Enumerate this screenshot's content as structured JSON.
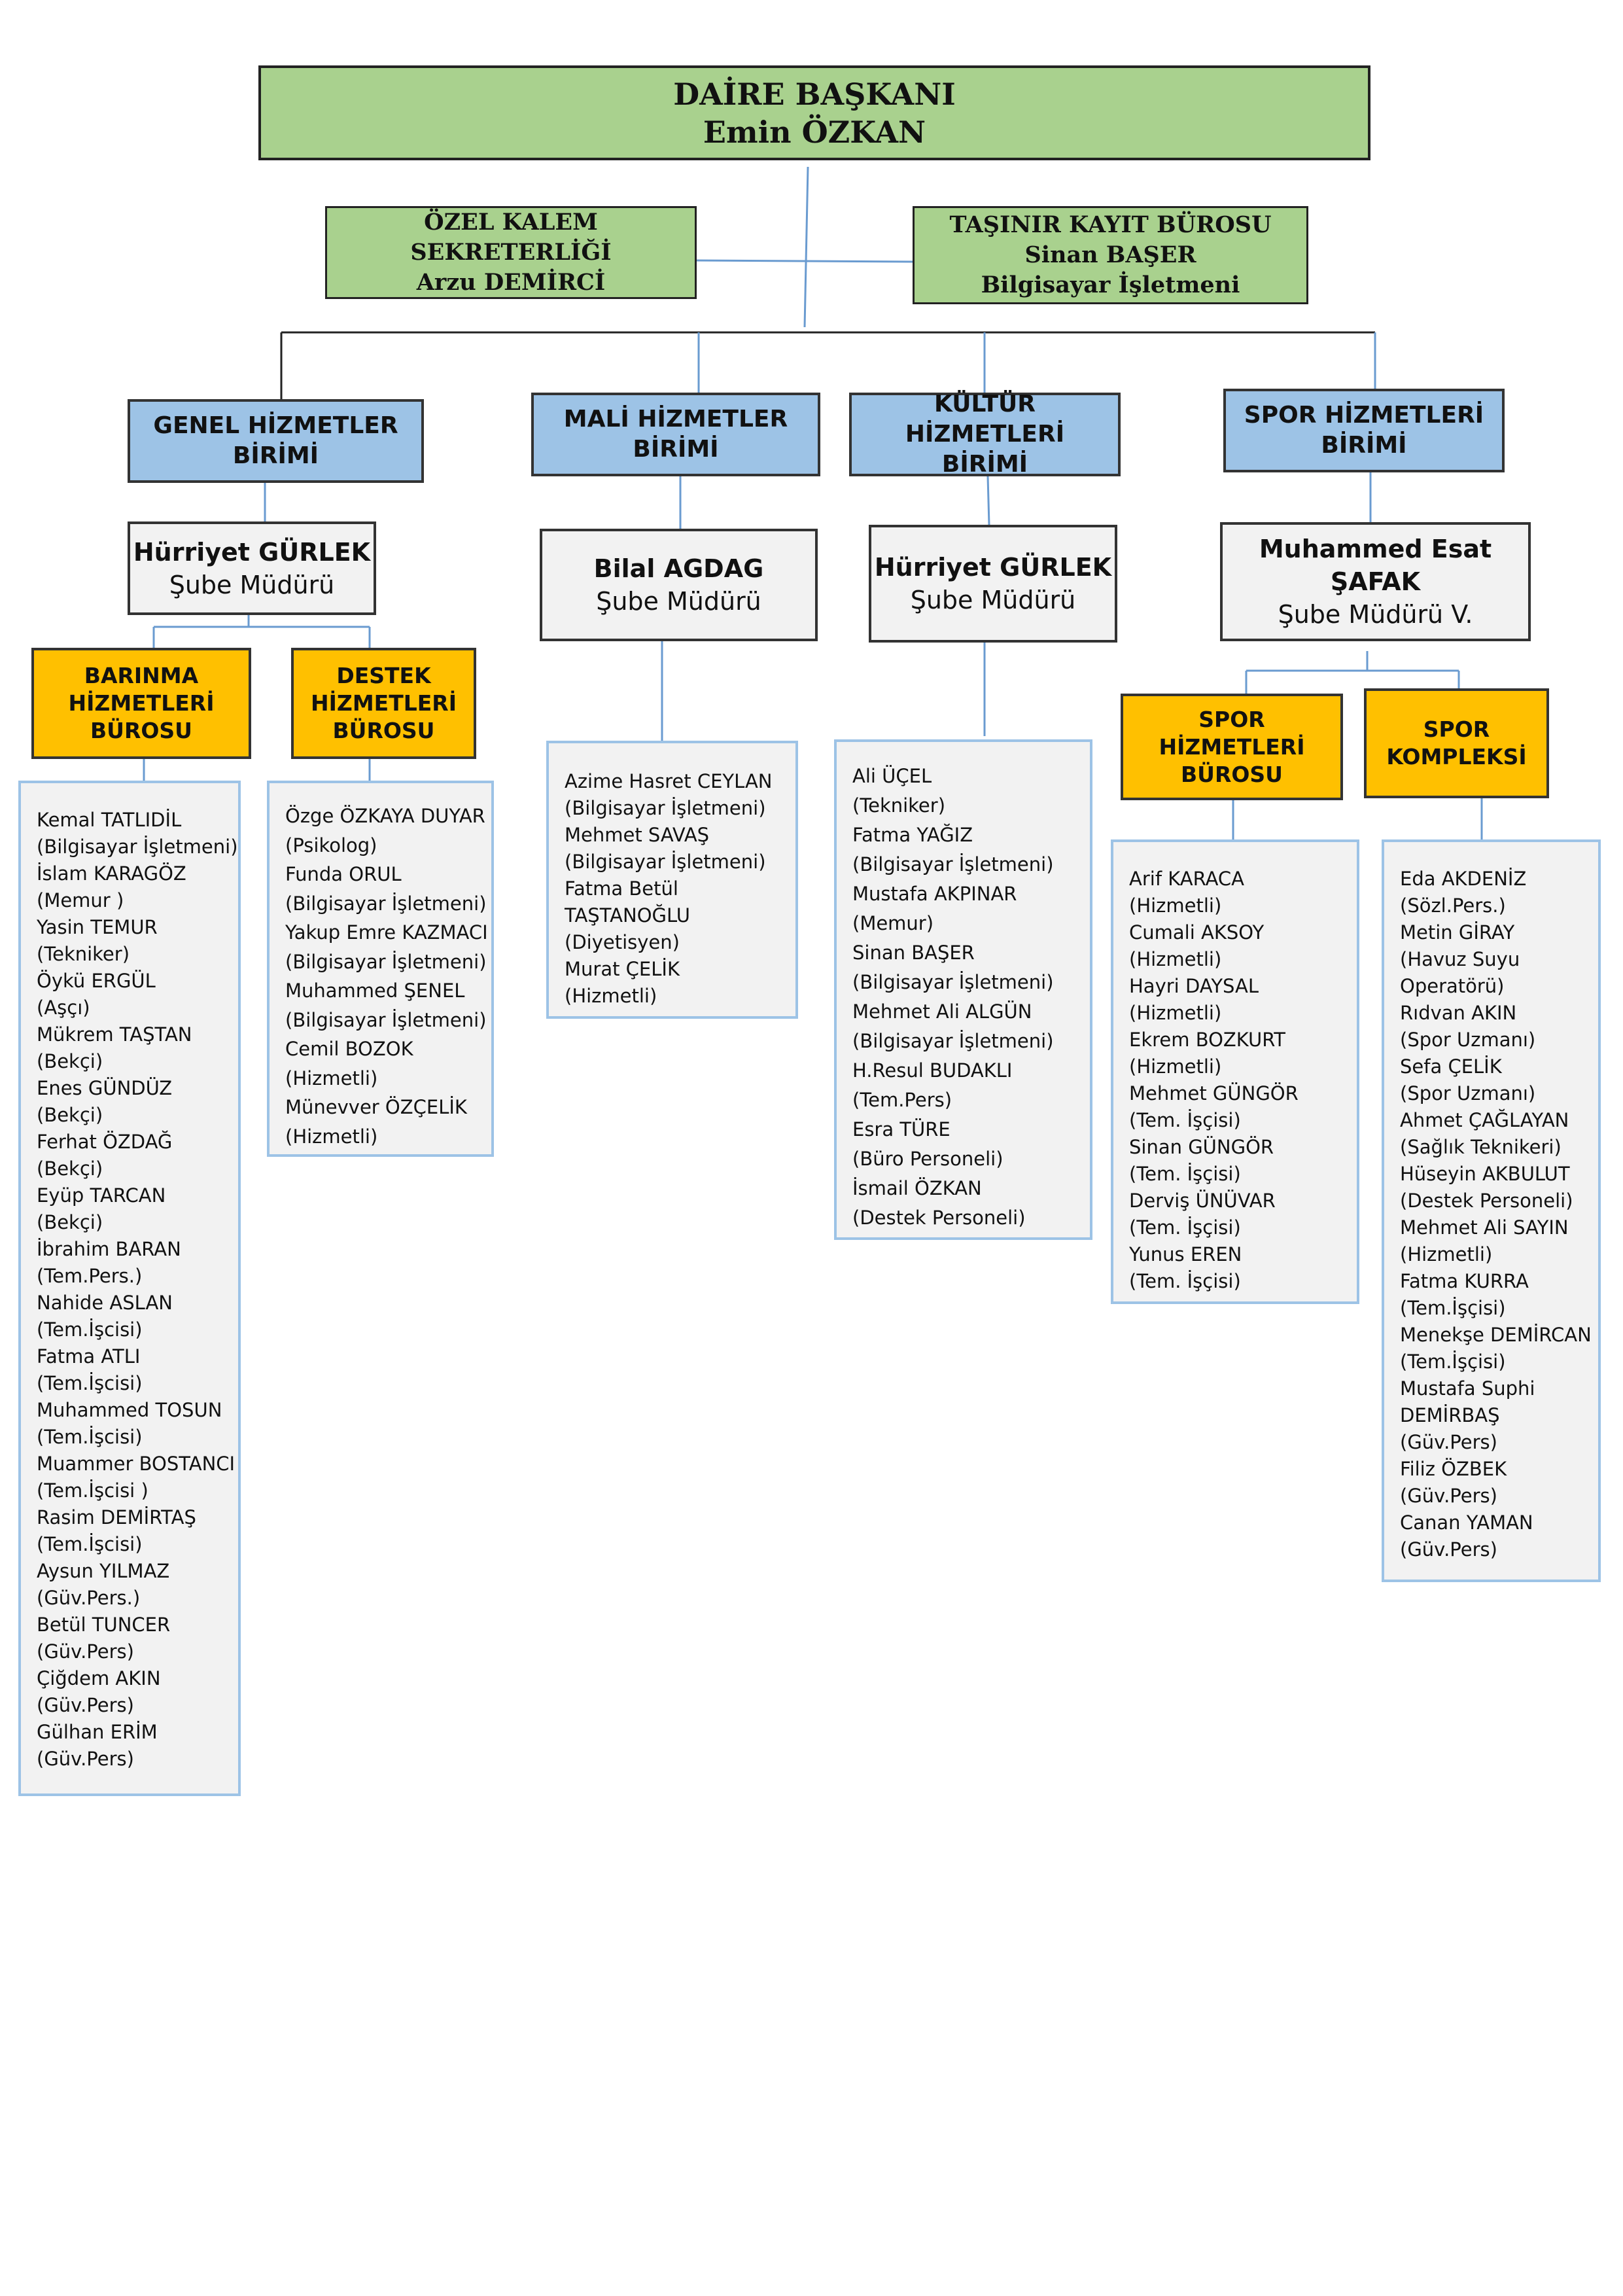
{
  "head": {
    "title": "DAİRE BAŞKANI",
    "name": "Emin ÖZKAN"
  },
  "ozel_kalem": {
    "title": "ÖZEL KALEM SEKRETERLİĞİ",
    "name": "Arzu DEMİRCİ"
  },
  "tasinir": {
    "title": "TAŞINIR KAYIT BÜROSU",
    "name": "Sinan BAŞER",
    "role": "Bilgisayar İşletmeni"
  },
  "units": [
    {
      "line1": "GENEL HİZMETLER",
      "line2": "BİRİMİ",
      "manager": "Hürriyet GÜRLEK",
      "manager_title": "Şube Müdürü"
    },
    {
      "line1": "MALİ HİZMETLER",
      "line2": "BİRİMİ",
      "manager": "Bilal AGDAG",
      "manager_title": "Şube Müdürü"
    },
    {
      "line1": "KÜLTÜR HİZMETLERİ",
      "line2": "BİRİMİ",
      "manager": "Hürriyet GÜRLEK",
      "manager_title": "Şube Müdürü"
    },
    {
      "line1": "SPOR HİZMETLERİ",
      "line2": "BİRİMİ",
      "manager": "Muhammed Esat ŞAFAK",
      "manager_title": "Şube Müdürü V."
    }
  ],
  "offices": [
    {
      "line1": "BARINMA",
      "line2": "HİZMETLERİ",
      "line3": "BÜROSU"
    },
    {
      "line1": "DESTEK",
      "line2": "HİZMETLERİ",
      "line3": "BÜROSU"
    },
    {
      "line1": "SPOR HİZMETLERİ",
      "line2": "BÜROSU"
    },
    {
      "line1": "SPOR",
      "line2": "KOMPLEKSİ"
    }
  ],
  "lists": {
    "barinma": [
      "Kemal TATLIDİL",
      "(Bilgisayar İşletmeni)",
      "İslam KARAGÖZ",
      "(Memur )",
      "Yasin TEMUR",
      "(Tekniker)",
      "Öykü ERGÜL",
      "(Aşçı)",
      "Mükrem TAŞTAN",
      "(Bekçi)",
      "Enes GÜNDÜZ",
      "(Bekçi)",
      "Ferhat ÖZDAĞ",
      "(Bekçi)",
      "Eyüp TARCAN",
      "(Bekçi)",
      "İbrahim BARAN",
      "(Tem.Pers.)",
      "Nahide ASLAN",
      "(Tem.İşcisi)",
      "Fatma ATLI",
      "(Tem.İşcisi)",
      "Muhammed TOSUN",
      "(Tem.İşcisi)",
      "Muammer BOSTANCI",
      "(Tem.İşcisi )",
      "Rasim DEMİRTAŞ",
      "(Tem.İşcisi)",
      "Aysun YILMAZ",
      "(Güv.Pers.)",
      "Betül TUNCER",
      "(Güv.Pers)",
      "Çiğdem AKIN",
      "(Güv.Pers)",
      "Gülhan ERİM",
      "(Güv.Pers)"
    ],
    "destek": [
      "Özge ÖZKAYA DUYAR",
      "(Psikolog)",
      "Funda ORUL",
      "(Bilgisayar İşletmeni)",
      "Yakup Emre KAZMACI",
      "(Bilgisayar İşletmeni)",
      "Muhammed ŞENEL",
      "(Bilgisayar İşletmeni)",
      "Cemil BOZOK",
      "(Hizmetli)",
      "Münevver ÖZÇELİK",
      "(Hizmetli)"
    ],
    "mali": [
      "Azime Hasret CEYLAN",
      "(Bilgisayar İşletmeni)",
      "Mehmet SAVAŞ",
      "(Bilgisayar İşletmeni)",
      "Fatma Betül",
      "TAŞTANOĞLU",
      "(Diyetisyen)",
      "Murat ÇELİK",
      "(Hizmetli)"
    ],
    "kultur": [
      "Ali ÜÇEL",
      "(Tekniker)",
      "Fatma YAĞIZ",
      "(Bilgisayar İşletmeni)",
      "Mustafa AKPINAR",
      "(Memur)",
      "Sinan BAŞER",
      "(Bilgisayar İşletmeni)",
      "Mehmet Ali ALGÜN",
      "(Bilgisayar İşletmeni)",
      "H.Resul BUDAKLI",
      "(Tem.Pers)",
      "Esra TÜRE",
      "(Büro Personeli)",
      "İsmail ÖZKAN",
      "(Destek Personeli)"
    ],
    "spor_buro": [
      "Arif KARACA",
      "(Hizmetli)",
      "Cumali AKSOY",
      "(Hizmetli)",
      "Hayri DAYSAL",
      "(Hizmetli)",
      "Ekrem BOZKURT",
      "(Hizmetli)",
      "Mehmet GÜNGÖR",
      "(Tem. İşçisi)",
      "Sinan GÜNGÖR",
      "(Tem. İşçisi)",
      "Derviş ÜNÜVAR",
      "(Tem. İşçisi)",
      "Yunus EREN",
      "(Tem. İşçisi)"
    ],
    "spor_kompleks": [
      "Eda AKDENİZ",
      "(Sözl.Pers.)",
      "Metin GİRAY",
      "(Havuz Suyu",
      "Operatörü)",
      "Rıdvan AKIN",
      "(Spor Uzmanı)",
      "Sefa ÇELİK",
      "(Spor Uzmanı)",
      "Ahmet ÇAĞLAYAN",
      "(Sağlık Teknikeri)",
      "Hüseyin AKBULUT",
      "(Destek Personeli)",
      "Mehmet Ali SAYIN",
      "(Hizmetli)",
      "Fatma KURRA",
      "(Tem.İşçisi)",
      "Menekşe DEMİRCAN",
      "(Tem.İşçisi)",
      "Mustafa Suphi",
      "DEMİRBAŞ",
      "(Güv.Pers)",
      "Filiz ÖZBEK",
      "(Güv.Pers)",
      "Canan YAMAN",
      "(Güv.Pers)"
    ]
  }
}
